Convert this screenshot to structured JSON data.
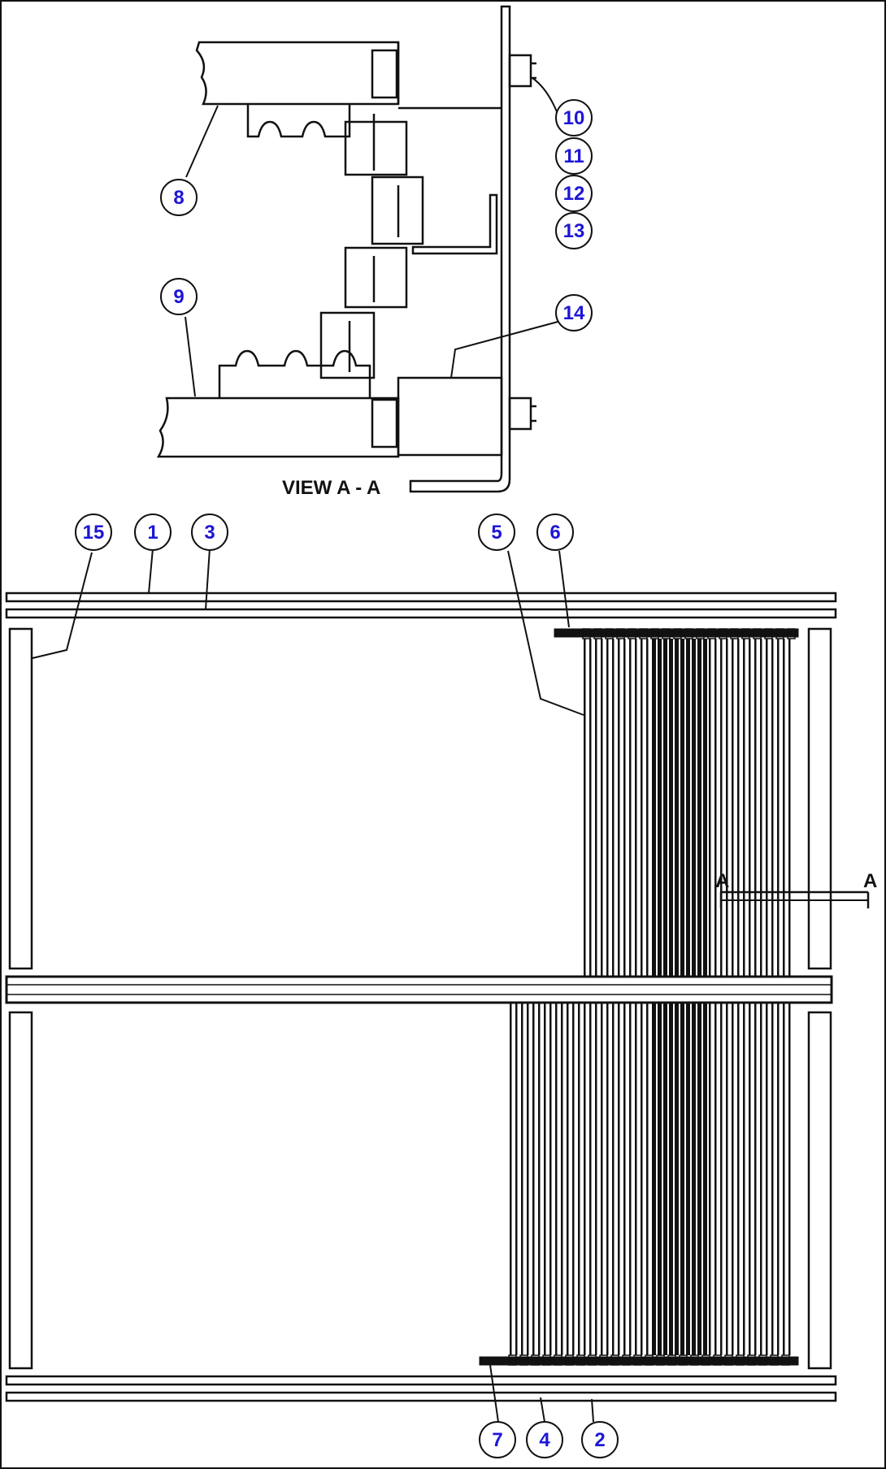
{
  "drawing": {
    "view_title": "VIEW A - A",
    "section_marks": [
      "A",
      "A"
    ]
  },
  "callouts": [
    {
      "id": "c1",
      "label": "1"
    },
    {
      "id": "c2",
      "label": "2"
    },
    {
      "id": "c3",
      "label": "3"
    },
    {
      "id": "c4",
      "label": "4"
    },
    {
      "id": "c5",
      "label": "5"
    },
    {
      "id": "c6",
      "label": "6"
    },
    {
      "id": "c7",
      "label": "7"
    },
    {
      "id": "c8",
      "label": "8"
    },
    {
      "id": "c9",
      "label": "9"
    },
    {
      "id": "c10",
      "label": "10"
    },
    {
      "id": "c11",
      "label": "11"
    },
    {
      "id": "c12",
      "label": "12"
    },
    {
      "id": "c13",
      "label": "13"
    },
    {
      "id": "c14",
      "label": "14"
    },
    {
      "id": "c15",
      "label": "15"
    }
  ],
  "colors": {
    "callout_text": "#1d16d6",
    "line": "#111111",
    "background": "#ffffff"
  }
}
